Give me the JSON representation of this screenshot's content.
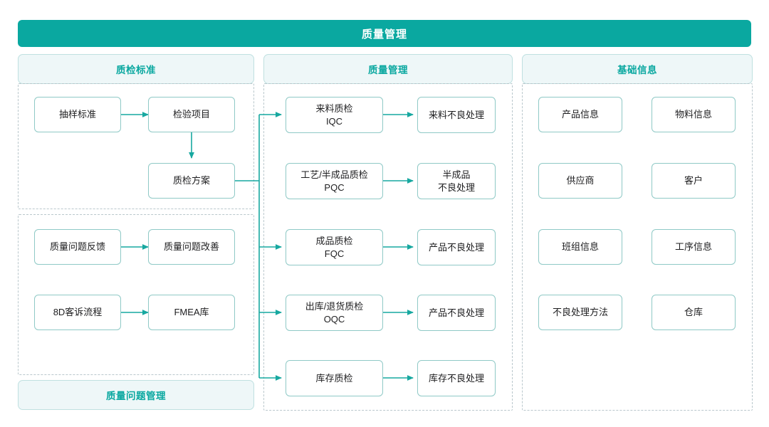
{
  "banner": {
    "title": "质量管理"
  },
  "colors": {
    "accent": "#0aa8a0",
    "box_border": "#8fc9c6",
    "panel_dash": "#b9c7cc",
    "header_bg": "#eef7f8",
    "header_border": "#bfe0e0",
    "connector": "#17a8a0",
    "text": "#1d1d1f",
    "page_bg": "#ffffff"
  },
  "columns": {
    "left": {
      "header": "质检标准",
      "footer_header": "质量问题管理",
      "group_standards": [
        {
          "label": "抽样标准"
        },
        {
          "label": "检验项目"
        },
        {
          "label": "质检方案"
        }
      ],
      "group_problems": [
        {
          "label": "质量问题反馈"
        },
        {
          "label": "质量问题改善"
        },
        {
          "label": "8D客诉流程"
        },
        {
          "label": "FMEA库"
        }
      ]
    },
    "middle": {
      "header": "质量管理",
      "rows": [
        {
          "inspection": {
            "line1": "来料质检",
            "line2": "IQC"
          },
          "handling": {
            "line1": "来料不良处理",
            "line2": ""
          },
          "has_trunk_arrow": true
        },
        {
          "inspection": {
            "line1": "工艺/半成品质检",
            "line2": "PQC"
          },
          "handling": {
            "line1": "半成品",
            "line2": "不良处理"
          },
          "has_trunk_arrow": false
        },
        {
          "inspection": {
            "line1": "成品质检",
            "line2": "FQC"
          },
          "handling": {
            "line1": "产品不良处理",
            "line2": ""
          },
          "has_trunk_arrow": true
        },
        {
          "inspection": {
            "line1": "出库/退货质检",
            "line2": "OQC"
          },
          "handling": {
            "line1": "产品不良处理",
            "line2": ""
          },
          "has_trunk_arrow": true
        },
        {
          "inspection": {
            "line1": "库存质检",
            "line2": ""
          },
          "handling": {
            "line1": "库存不良处理",
            "line2": ""
          },
          "has_trunk_arrow": true
        }
      ]
    },
    "right": {
      "header": "基础信息",
      "items": [
        {
          "label": "产品信息"
        },
        {
          "label": "物料信息"
        },
        {
          "label": "供应商"
        },
        {
          "label": "客户"
        },
        {
          "label": "班组信息"
        },
        {
          "label": "工序信息"
        },
        {
          "label": "不良处理方法"
        },
        {
          "label": "仓库"
        }
      ]
    }
  }
}
